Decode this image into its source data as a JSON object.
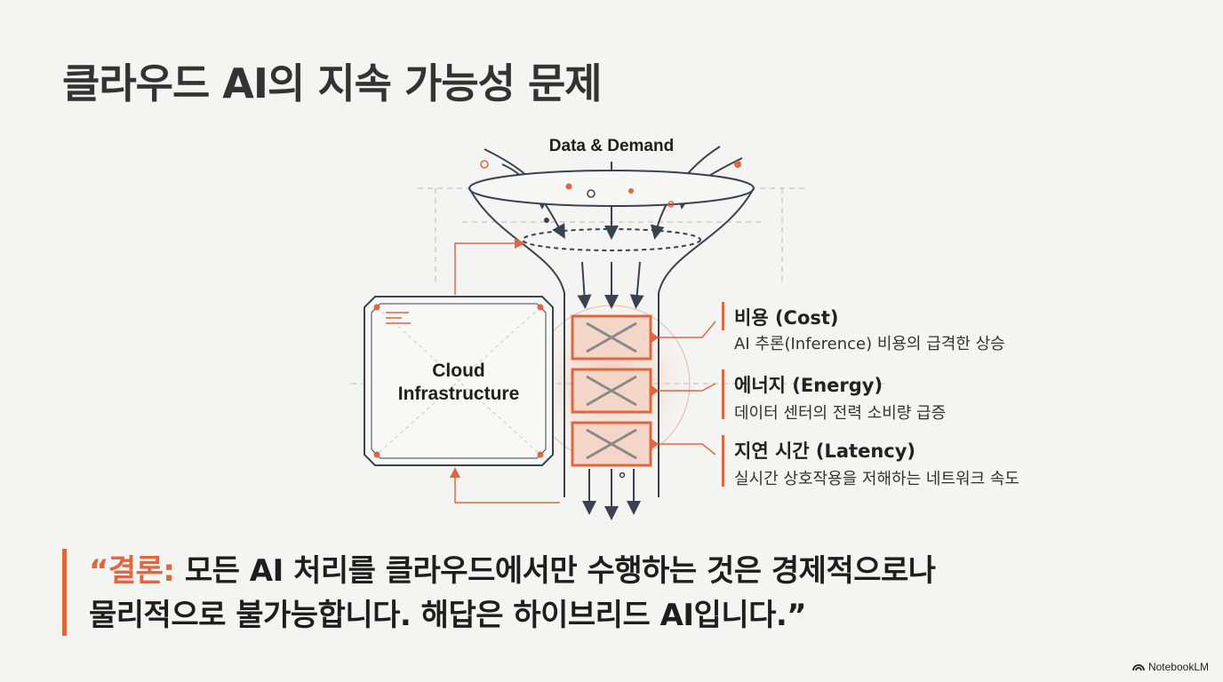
{
  "title": "클라우드 AI의 지속 가능성 문제",
  "diagram": {
    "funnel_label": "Data & Demand",
    "cloud_label_line1": "Cloud",
    "cloud_label_line2": "Infrastructure"
  },
  "issues": [
    {
      "title": "비용 (Cost)",
      "description": "AI 추론(Inference) 비용의 급격한 상승"
    },
    {
      "title": "에너지 (Energy)",
      "description": "데이터 센터의 전력 소비량 급증"
    },
    {
      "title": "지연 시간 (Latency)",
      "description": "실시간 상호작용을 저해하는 네트워크 속도"
    }
  ],
  "conclusion": {
    "open_quote": "“",
    "label": "결론:",
    "line1_rest": " 모든 AI 처리를 클라우드에서만 수행하는 것은 경제적으로나",
    "line2": "물리적으로 불가능합니다. 해답은 하이브리드 AI입니다.”"
  },
  "brand": "NotebookLM",
  "colors": {
    "accent": "#e0663f",
    "text": "#1e1e1e",
    "background": "#f4f4f2"
  }
}
